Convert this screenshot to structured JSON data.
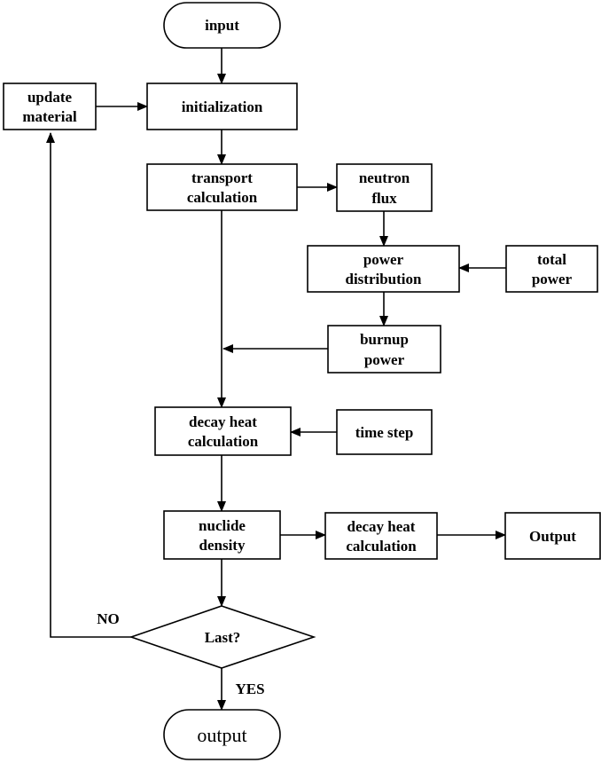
{
  "diagram": {
    "nodes": {
      "input": {
        "lines": [
          "input"
        ]
      },
      "initialization": {
        "lines": [
          "initialization"
        ]
      },
      "update_material": {
        "lines": [
          "update",
          "material"
        ]
      },
      "transport": {
        "lines": [
          "transport",
          "calculation"
        ]
      },
      "neutron_flux": {
        "lines": [
          "neutron",
          "flux"
        ]
      },
      "power_distribution": {
        "lines": [
          "power",
          "distribution"
        ]
      },
      "total_power": {
        "lines": [
          "total",
          "power"
        ]
      },
      "burnup_power": {
        "lines": [
          "burnup",
          "power"
        ]
      },
      "decay_heat_1": {
        "lines": [
          "decay heat",
          "calculation"
        ]
      },
      "time_step": {
        "lines": [
          "time step"
        ]
      },
      "nuclide_density": {
        "lines": [
          "nuclide",
          "density"
        ]
      },
      "decay_heat_2": {
        "lines": [
          "decay heat",
          "calculation"
        ]
      },
      "output_box": {
        "lines": [
          "Output"
        ]
      },
      "last": {
        "lines": [
          "Last?"
        ]
      },
      "output_end": {
        "lines": [
          "output"
        ]
      }
    },
    "edge_labels": {
      "no": "NO",
      "yes": "YES"
    }
  }
}
